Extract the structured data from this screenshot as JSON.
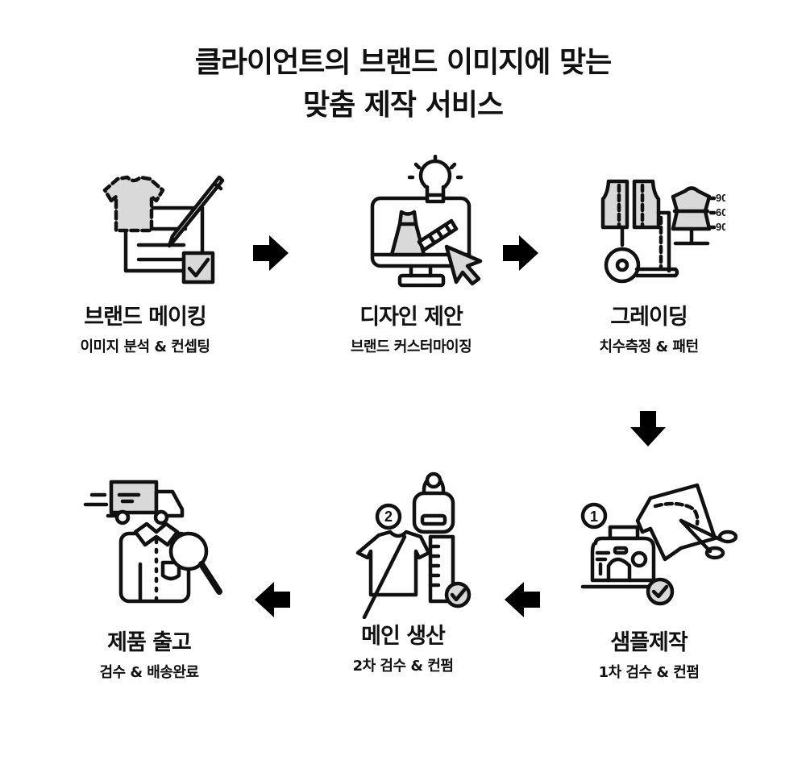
{
  "title": {
    "line1": "클라이언트의 브랜드 이미지에 맞는",
    "line2": "맞춤 제작 서비스"
  },
  "steps": [
    {
      "order": 1,
      "name": "브랜드 메이킹",
      "desc": "이미지 분석 & 컨셉팅",
      "icon": "tshirt-document-pencil-check-icon"
    },
    {
      "order": 2,
      "name": "디자인 제안",
      "desc": "브랜드 커스터마이징",
      "icon": "monitor-lightbulb-dress-cursor-icon"
    },
    {
      "order": 3,
      "name": "그레이딩",
      "desc": "치수측정 & 패턴",
      "icon": "pattern-mannequin-tape-icon",
      "measurements": [
        "90",
        "60",
        "90"
      ]
    },
    {
      "order": 4,
      "name": "샘플제작",
      "desc": "1차 검수 & 컨펌",
      "icon": "sewing-machine-scissors-icon",
      "badge": "1"
    },
    {
      "order": 5,
      "name": "메인 생산",
      "desc": "2차 검수 & 컨펌",
      "icon": "tshirt-tag-ruler-icon",
      "badge": "2"
    },
    {
      "order": 6,
      "name": "제품 출고",
      "desc": "검수 & 배송완료",
      "icon": "truck-shirt-magnifier-icon"
    }
  ],
  "colors": {
    "ink": "#111111",
    "fill": "#d9d9d9",
    "background": "#ffffff"
  }
}
